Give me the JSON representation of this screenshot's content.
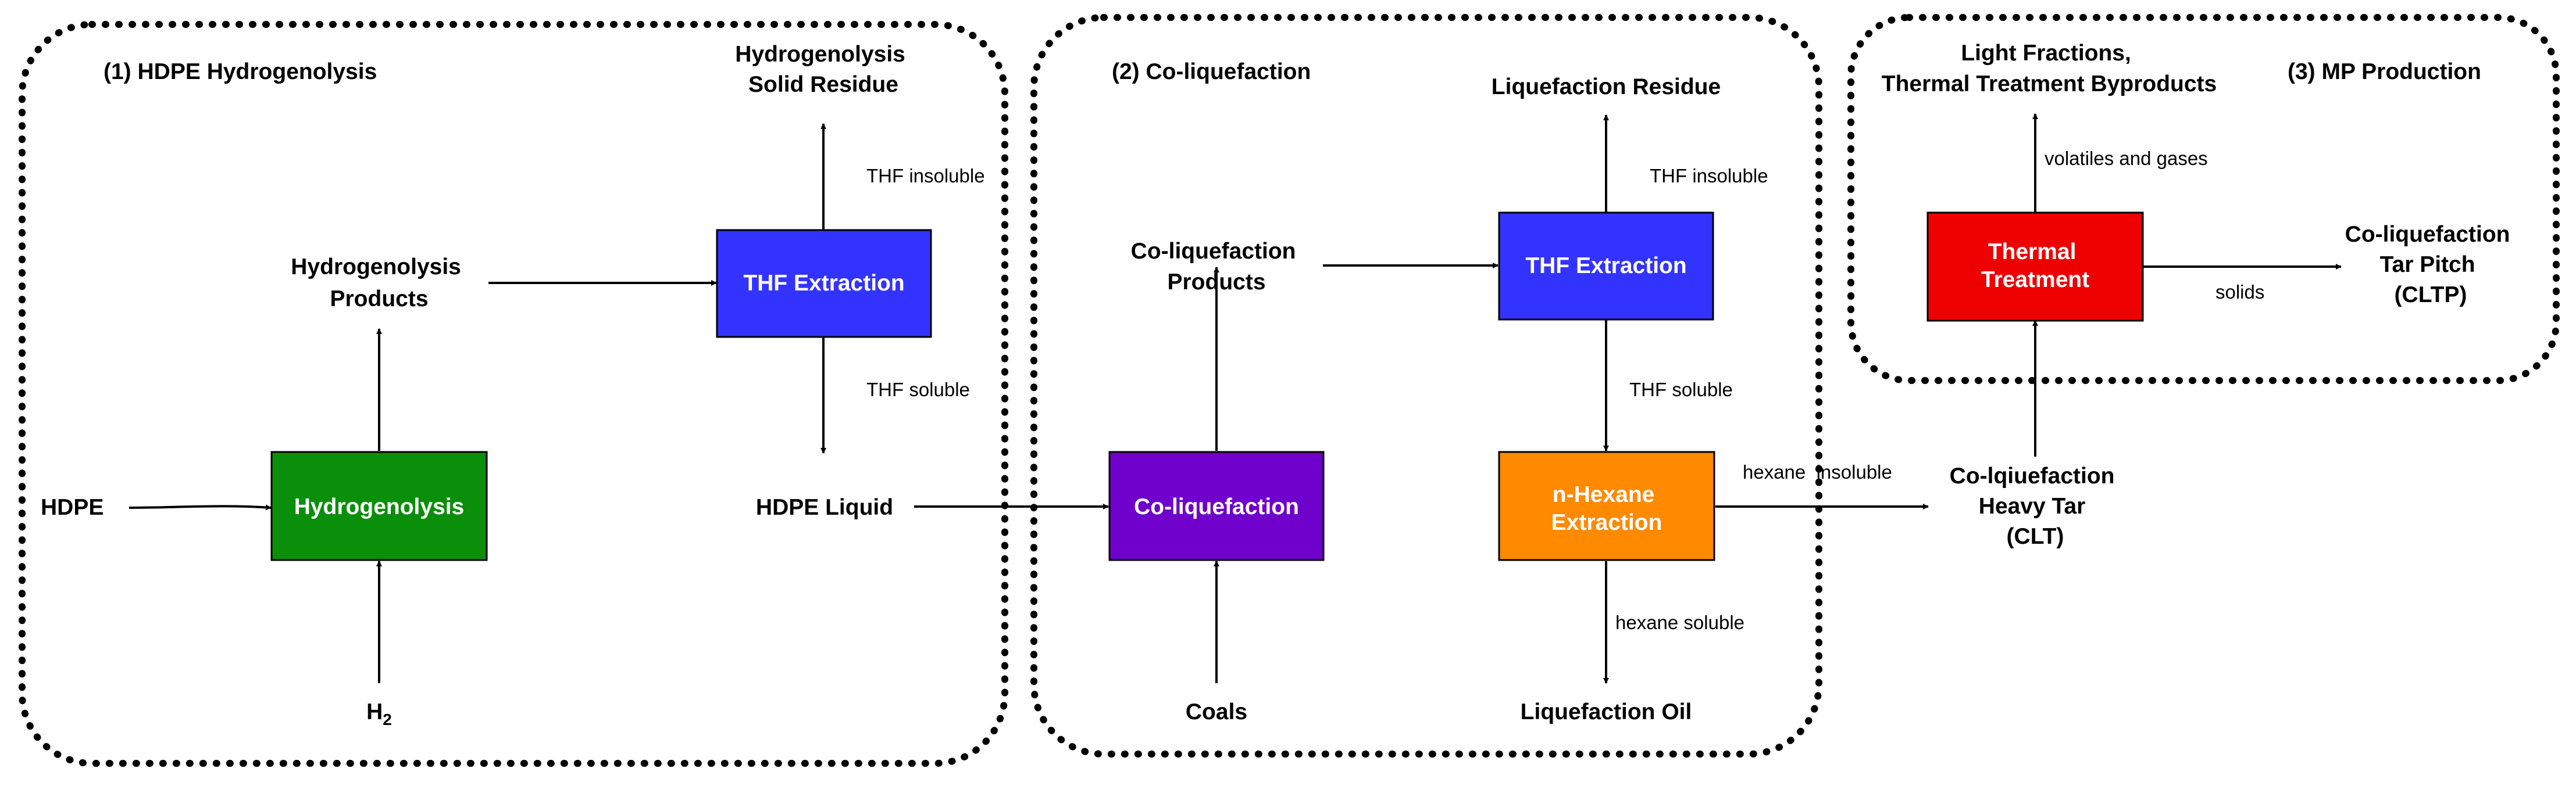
{
  "groups": [
    {
      "title": "(1) HDPE Hydrogenolysis"
    },
    {
      "title": "(2) Co-liquefaction"
    },
    {
      "title": "(3) MP Production"
    }
  ],
  "colors": {
    "hydrogenolysis": "#0a8f0a",
    "thf_extraction": "#3333ff",
    "coliquefaction": "#7000cc",
    "hexane_extraction": "#ff8a00",
    "thermal_treatment": "#ee0000"
  },
  "boxes": {
    "hydrogenolysis": "Hydrogenolysis",
    "thf_extraction_1": "THF Extraction",
    "coliquefaction": "Co-liquefaction",
    "thf_extraction_2": "THF Extraction",
    "hexane_extraction": [
      "n-Hexane",
      "Extraction"
    ],
    "thermal_treatment": [
      "Thermal",
      "Treatment"
    ]
  },
  "nodes": {
    "hdpe": "HDPE",
    "h2_base": "H",
    "h2_sub": "2",
    "hydrogenolysis_products": [
      "Hydrogenolysis",
      "Products"
    ],
    "hydrogenolysis_solid_residue": [
      "Hydrogenolysis",
      "Solid Residue"
    ],
    "hdpe_liquid": "HDPE Liquid",
    "coliquefaction_products": [
      "Co-liquefaction",
      "Products"
    ],
    "coals": "Coals",
    "liquefaction_residue": "Liquefaction Residue",
    "liquefaction_oil": "Liquefaction Oil",
    "clt": [
      "Co-lqiuefaction",
      "Heavy Tar",
      "(CLT)"
    ],
    "light_fractions": [
      "Light Fractions,",
      "Thermal Treatment Byproducts"
    ],
    "cltp": [
      "Co-liquefaction",
      "Tar Pitch",
      "(CLTP)"
    ]
  },
  "edge_labels": {
    "thf_insoluble_1": "THF insoluble",
    "thf_soluble_1": "THF soluble",
    "thf_insoluble_2": "THF insoluble",
    "thf_soluble_2": "THF soluble",
    "hexane_insoluble": "hexane  insoluble",
    "hexane_soluble": "hexane soluble",
    "volatiles_and_gases": "volatiles and gases",
    "solids": "solids"
  }
}
